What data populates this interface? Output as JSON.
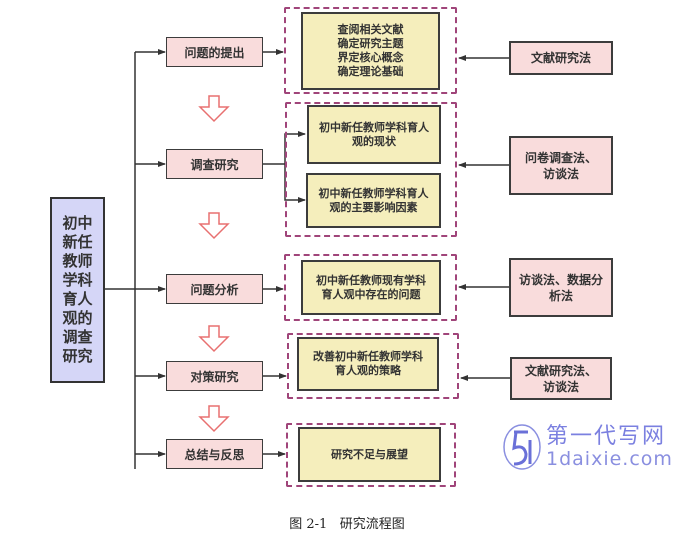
{
  "main_topic": "初中\n新任\n教师\n学科\n育人\n观的\n调查\n研究",
  "stages": [
    {
      "label": "问题的提出"
    },
    {
      "label": "调查研究"
    },
    {
      "label": "问题分析"
    },
    {
      "label": "对策研究"
    },
    {
      "label": "总结与反思"
    }
  ],
  "contents": {
    "stage1": "查阅相关文献\n确定研究主题\n界定核心概念\n确定理论基础",
    "stage2a": "初中新任教师学科育人\n观的现状",
    "stage2b": "初中新任教师学科育人\n观的主要影响因素",
    "stage3": "初中新任教师现有学科\n育人观中存在的问题",
    "stage4": "改善初中新任教师学科\n育人观的策略",
    "stage5": "研究不足与展望"
  },
  "methods": {
    "stage1": "文献研究法",
    "stage2": "问卷调查法、\n访谈法",
    "stage3": "访谈法、数据分\n析法",
    "stage4": "文献研究法、\n访谈法"
  },
  "caption": "图 2-1   研究流程图",
  "watermark": {
    "cn": "第一代写网",
    "en": "1daixie.com"
  },
  "colors": {
    "main_fill": "#d5d6f7",
    "stage_fill": "#f9dcdc",
    "content_fill": "#f5eebc",
    "dash_border": "#a0457a",
    "flow_arrow": "#e87070",
    "line": "#333333"
  }
}
